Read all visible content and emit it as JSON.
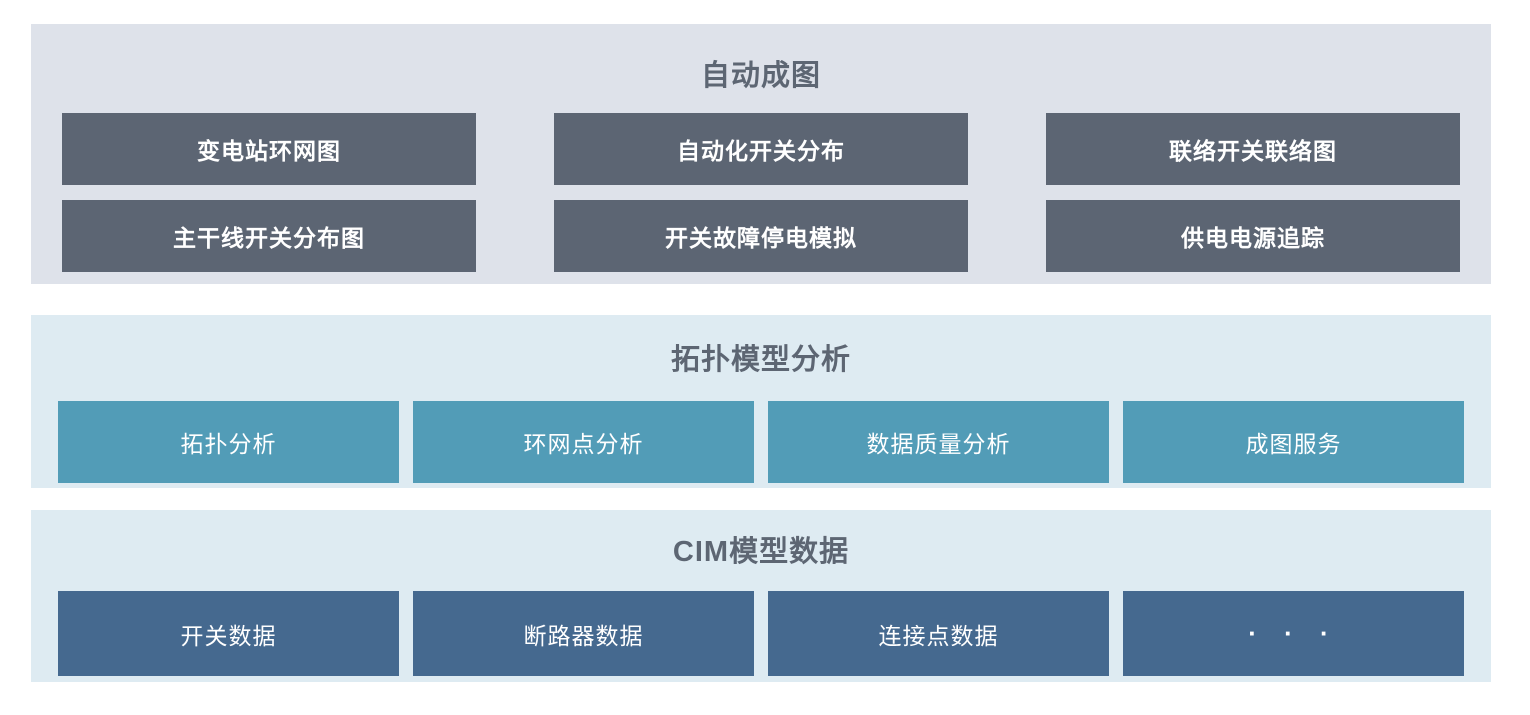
{
  "colors": {
    "page_bg": "#ffffff",
    "title_text": "#5d6673",
    "auto_section_bg": "#dee2ea",
    "auto_block_bg": "#5c6573",
    "analysis_section_bg": "#deebf2",
    "analysis_block_bg": "#529cb7",
    "cim_section_bg": "#deebf2",
    "cim_block_bg": "#45698f",
    "block_text": "#ffffff"
  },
  "sections": {
    "auto_diagram": {
      "title": "自动成图",
      "rows": [
        [
          "变电站环网图",
          "自动化开关分布",
          "联络开关联络图"
        ],
        [
          "主干线开关分布图",
          "开关故障停电模拟",
          "供电电源追踪"
        ]
      ]
    },
    "topology_analysis": {
      "title": "拓扑模型分析",
      "items": [
        "拓扑分析",
        "环网点分析",
        "数据质量分析",
        "成图服务"
      ]
    },
    "cim_model_data": {
      "title": "CIM模型数据",
      "items": [
        "开关数据",
        "断路器数据",
        "连接点数据",
        "· · ·"
      ]
    }
  }
}
